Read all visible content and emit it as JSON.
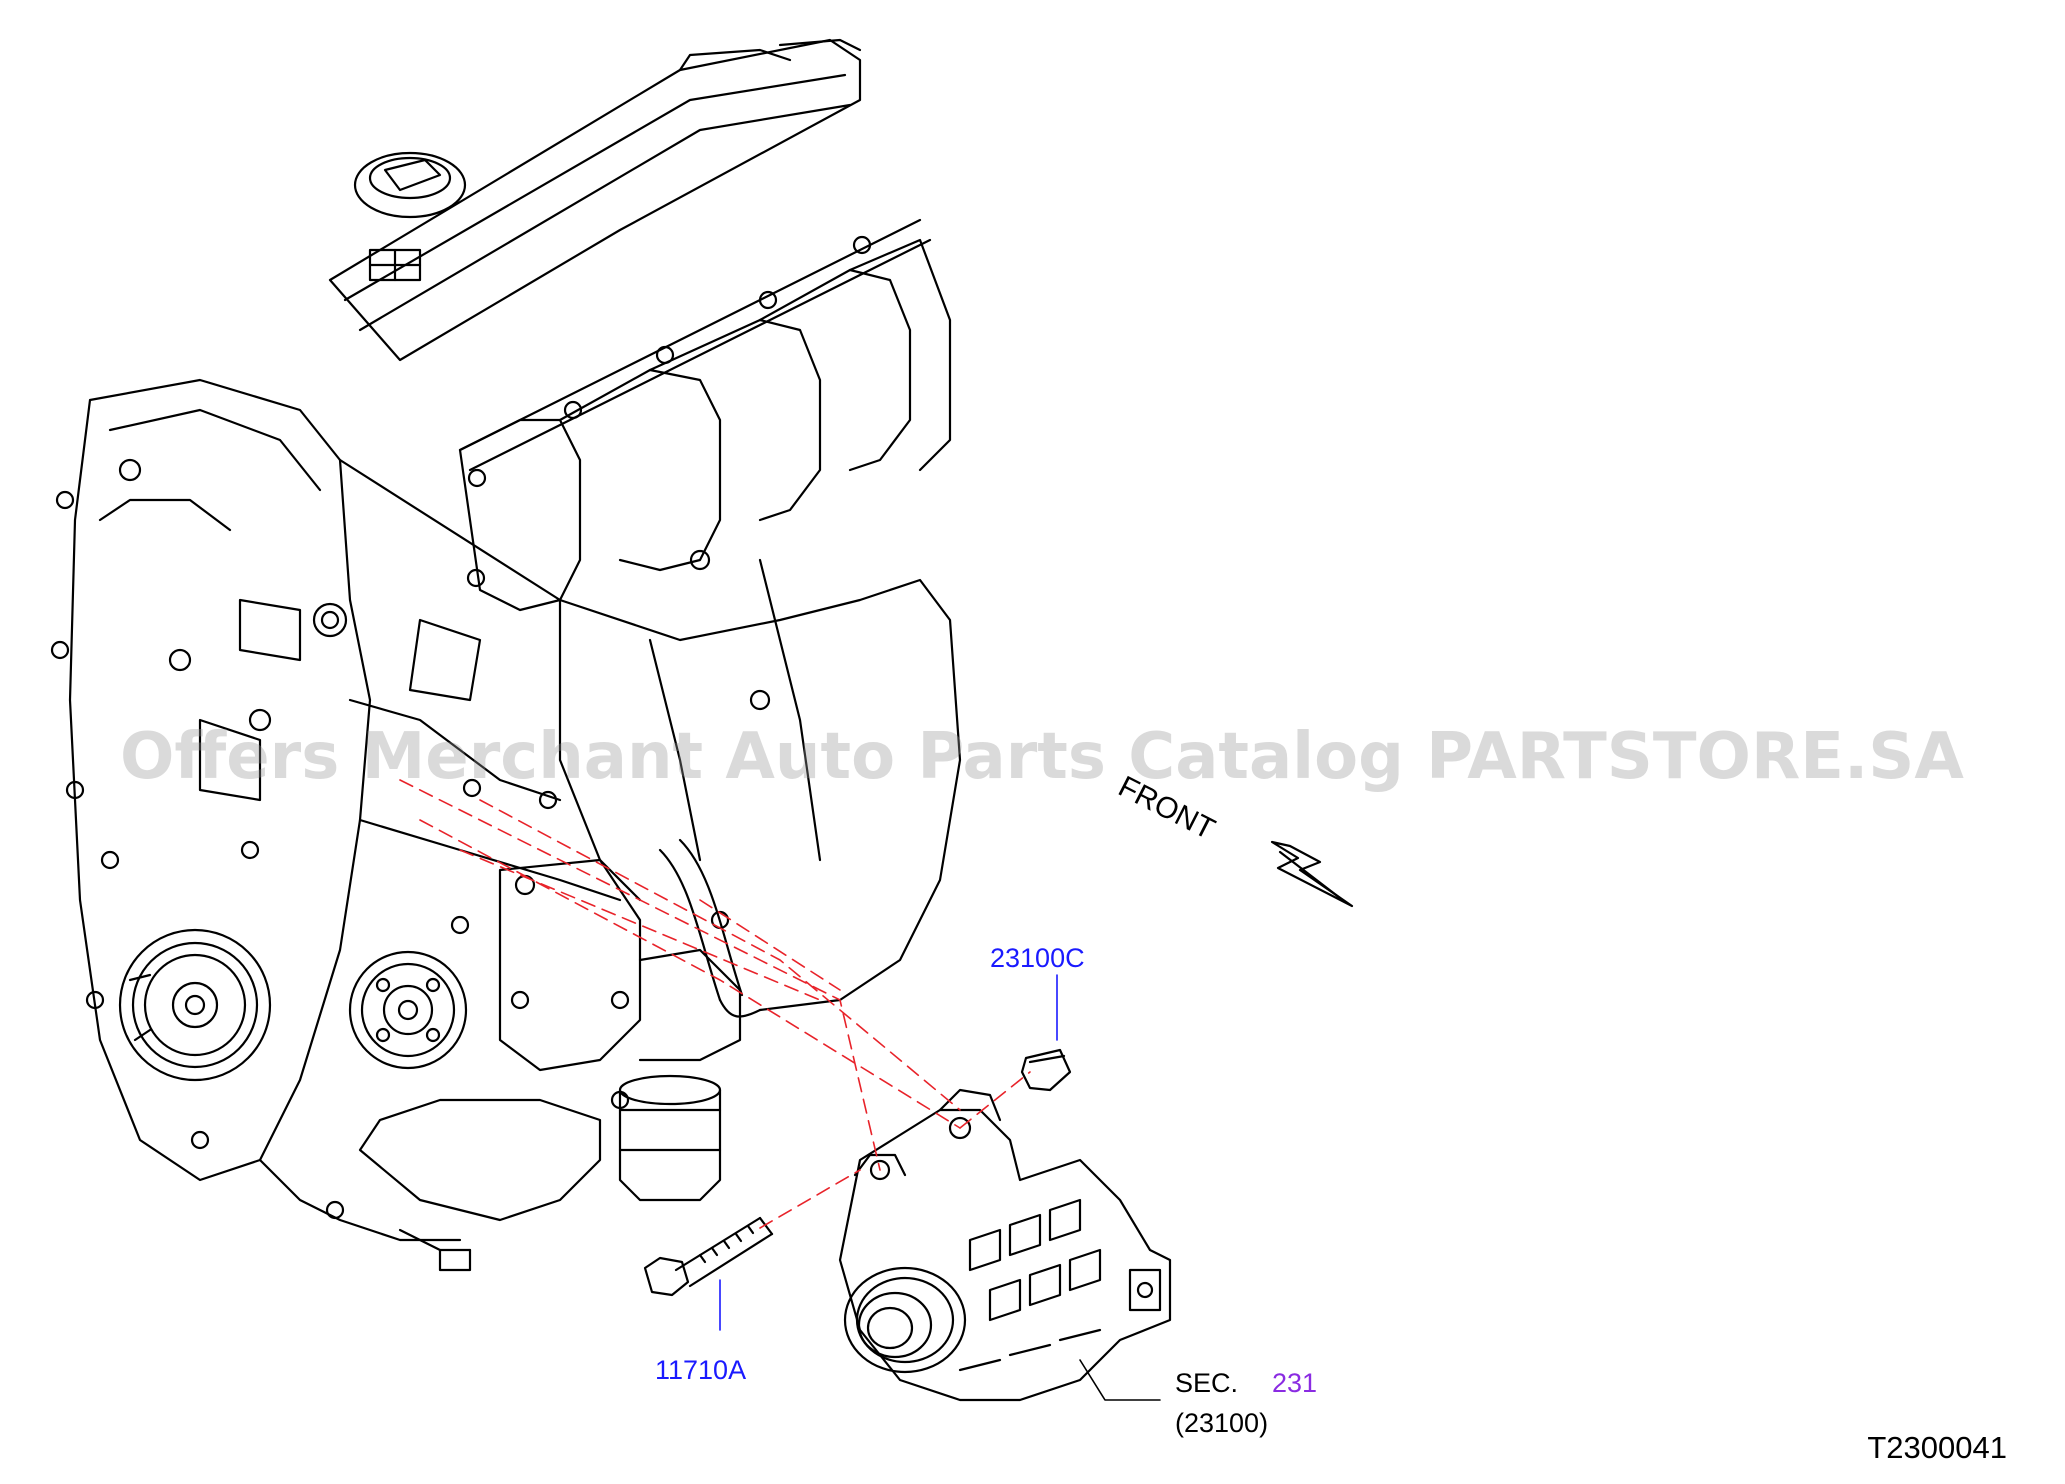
{
  "watermark": "Offers Merchant Auto Parts Catalog PARTSTORE.SA",
  "direction_label": "FRONT",
  "callouts": {
    "nut": "23100C",
    "bolt": "11710A",
    "section_prefix": "SEC.",
    "section_number": "231",
    "section_code": "(23100)"
  },
  "diagram_id": "T2300041",
  "colors": {
    "part_link": "#1a1aff",
    "section_link": "#8a2be2",
    "dashed_leader": "#e8232a",
    "line_art": "#000000"
  }
}
